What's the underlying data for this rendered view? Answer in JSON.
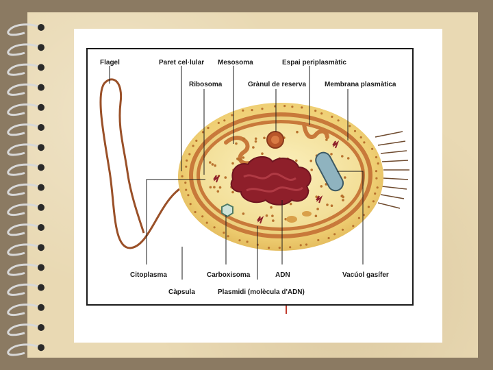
{
  "labels": {
    "flagel": "Flagel",
    "paret": "Paret cel·lular",
    "mesosoma": "Mesosoma",
    "espai": "Espai periplasmàtic",
    "ribosoma": "Ribosoma",
    "granul": "Grànul de reserva",
    "membrana": "Membrana plasmàtica",
    "citoplasma": "Citoplasma",
    "carboxisoma": "Carboxisoma",
    "adn": "ADN",
    "vacuol": "Vacúol gasífer",
    "capsula": "Càpsula",
    "plasmidi": "Plasmidi (molècula d'ADN)"
  },
  "colors": {
    "background": "#8b7a62",
    "paper": "#e9d9b3",
    "capsule": "#f2d98a",
    "wall": "#c8793a",
    "cytoplasm": "#f6e7a6",
    "dna": "#8e1f2a",
    "leader": "#1a1a1a"
  }
}
